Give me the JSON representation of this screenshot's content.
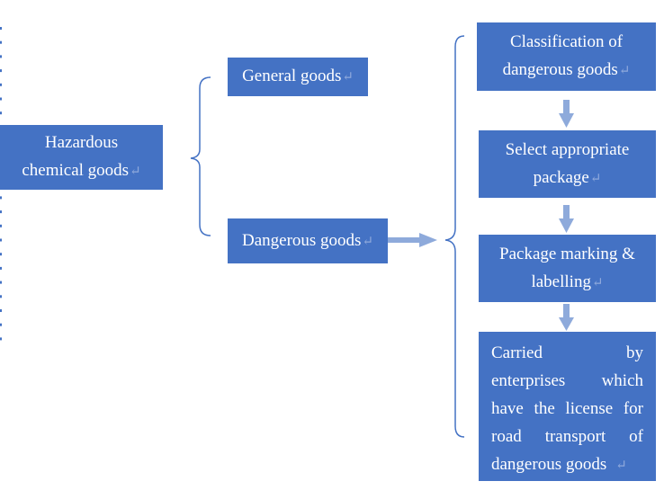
{
  "diagram": {
    "root": {
      "text_lines": [
        "Hazardous",
        "chemical goods"
      ],
      "mark": "↵"
    },
    "general": {
      "text": "General goods",
      "mark": "↵"
    },
    "dangerous": {
      "text": "Dangerous goods",
      "mark": "↵"
    },
    "steps": [
      {
        "text_lines": [
          "Classification of",
          "dangerous goods"
        ],
        "mark": "↵"
      },
      {
        "text_lines": [
          "Select appropriate",
          "package"
        ],
        "mark": "↵"
      },
      {
        "text_lines": [
          "Package marking &",
          "labelling"
        ],
        "mark": "↵"
      },
      {
        "text_lines": [
          "Carried by",
          "enterprises which",
          "have the license for",
          "road transport of",
          "dangerous goods"
        ],
        "mark": "↵"
      }
    ]
  },
  "colors": {
    "box_fill": "#4472c4",
    "box_text": "#ffffff",
    "connector": "#4472c4",
    "arrow": "#8eaadb",
    "margin_dots": "#4472c4"
  }
}
